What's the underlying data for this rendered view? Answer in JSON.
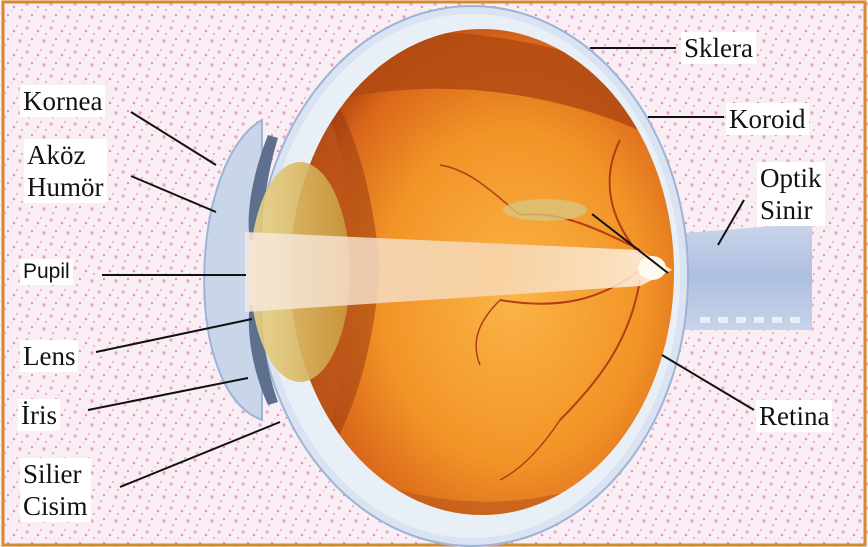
{
  "labels": {
    "sklera": "Sklera",
    "koroid": "Koroid",
    "optik_line1": "Optik",
    "optik_line2": "Sinir",
    "kornea": "Kornea",
    "akoz_line1": "Aköz",
    "akoz_line2": "Humör",
    "pupil": "Pupil",
    "lens": "Lens",
    "iris": "İris",
    "silier_line1": "Silier",
    "silier_line2": "Cisim",
    "retina": "Retina"
  },
  "colors": {
    "background": "#f6e8ef",
    "speckle": "#e9a6c6",
    "frame": "#d88a2a",
    "sclera": "#cfdcee",
    "eyeball_orange": "#f39a2a",
    "choroid_dark": "#a8440e",
    "light_beam": "#f7e6d2",
    "optic_nerve": "#b9c8e3",
    "leader_line": "#111111"
  }
}
